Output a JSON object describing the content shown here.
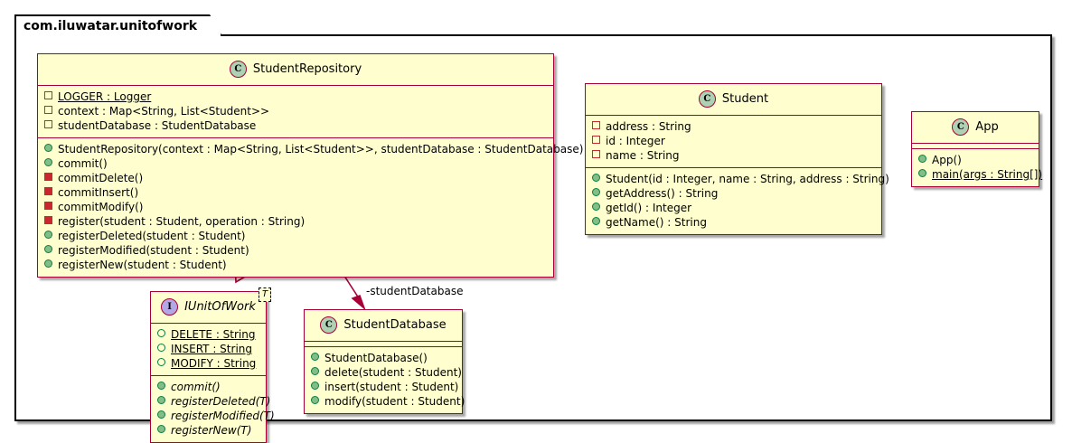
{
  "package": {
    "name": "com.iluwatar.unitofwork"
  },
  "classes": [
    {
      "id": "student-repository",
      "name": "StudentRepository",
      "stereotype": "C",
      "kind": "class",
      "fields": [
        {
          "marker": "sq-open",
          "text": "LOGGER : Logger",
          "static": true
        },
        {
          "marker": "sq-open",
          "text": "context : Map<String, List<Student>>",
          "static": false
        },
        {
          "marker": "sq-open",
          "text": "studentDatabase : StudentDatabase",
          "static": false
        }
      ],
      "methods": [
        {
          "marker": "circ-filled",
          "text": "StudentRepository(context : Map<String, List<Student>>, studentDatabase : StudentDatabase)"
        },
        {
          "marker": "circ-filled",
          "text": "commit()"
        },
        {
          "marker": "sq-filled",
          "text": "commitDelete()"
        },
        {
          "marker": "sq-filled",
          "text": "commitInsert()"
        },
        {
          "marker": "sq-filled",
          "text": "commitModify()"
        },
        {
          "marker": "sq-filled",
          "text": "register(student : Student, operation : String)"
        },
        {
          "marker": "circ-filled",
          "text": "registerDeleted(student : Student)"
        },
        {
          "marker": "circ-filled",
          "text": "registerModified(student : Student)"
        },
        {
          "marker": "circ-filled",
          "text": "registerNew(student : Student)"
        }
      ]
    },
    {
      "id": "student",
      "name": "Student",
      "stereotype": "C",
      "kind": "class",
      "fields": [
        {
          "marker": "sq-open",
          "text": "address : String"
        },
        {
          "marker": "sq-open",
          "text": "id : Integer"
        },
        {
          "marker": "sq-open",
          "text": "name : String"
        }
      ],
      "methods": [
        {
          "marker": "circ-filled",
          "text": "Student(id : Integer, name : String, address : String)"
        },
        {
          "marker": "circ-filled",
          "text": "getAddress() : String"
        },
        {
          "marker": "circ-filled",
          "text": "getId() : Integer"
        },
        {
          "marker": "circ-filled",
          "text": "getName() : String"
        }
      ]
    },
    {
      "id": "app",
      "name": "App",
      "stereotype": "C",
      "kind": "class",
      "fields": [],
      "methods": [
        {
          "marker": "circ-filled",
          "text": "App()"
        },
        {
          "marker": "circ-filled",
          "text": "main(args : String[])",
          "static": true
        }
      ]
    },
    {
      "id": "iunitofwork",
      "name": "IUnitOfWork",
      "stereotype": "I",
      "kind": "interface",
      "type_parameter": "T",
      "fields": [
        {
          "marker": "circ-open",
          "text": "DELETE : String",
          "static": true
        },
        {
          "marker": "circ-open",
          "text": "INSERT : String",
          "static": true
        },
        {
          "marker": "circ-open",
          "text": "MODIFY : String",
          "static": true
        }
      ],
      "methods": [
        {
          "marker": "circ-filled",
          "text": "commit()",
          "abstract": true
        },
        {
          "marker": "circ-filled",
          "text": "registerDeleted(T)",
          "abstract": true
        },
        {
          "marker": "circ-filled",
          "text": "registerModified(T)",
          "abstract": true
        },
        {
          "marker": "circ-filled",
          "text": "registerNew(T)",
          "abstract": true
        }
      ]
    },
    {
      "id": "student-database",
      "name": "StudentDatabase",
      "stereotype": "C",
      "kind": "class",
      "fields": [],
      "methods": [
        {
          "marker": "circ-filled",
          "text": "StudentDatabase()"
        },
        {
          "marker": "circ-filled",
          "text": "delete(student : Student)"
        },
        {
          "marker": "circ-filled",
          "text": "insert(student : Student)"
        },
        {
          "marker": "circ-filled",
          "text": "modify(student : Student)"
        }
      ]
    }
  ],
  "relationships": [
    {
      "id": "realization",
      "from": "StudentRepository",
      "to": "IUnitOfWork",
      "type": "realization",
      "label": ""
    },
    {
      "id": "association",
      "from": "StudentRepository",
      "to": "StudentDatabase",
      "type": "association",
      "label": "-studentDatabase"
    }
  ],
  "colors": {
    "box_fill": "#FEFECE",
    "box_border": "#A80036",
    "class_badge": "#ADD1B2",
    "interface_badge": "#B4A7E5",
    "public_marker": "#84BE84",
    "private_marker": "#C82930",
    "frame_border": "#000000"
  }
}
